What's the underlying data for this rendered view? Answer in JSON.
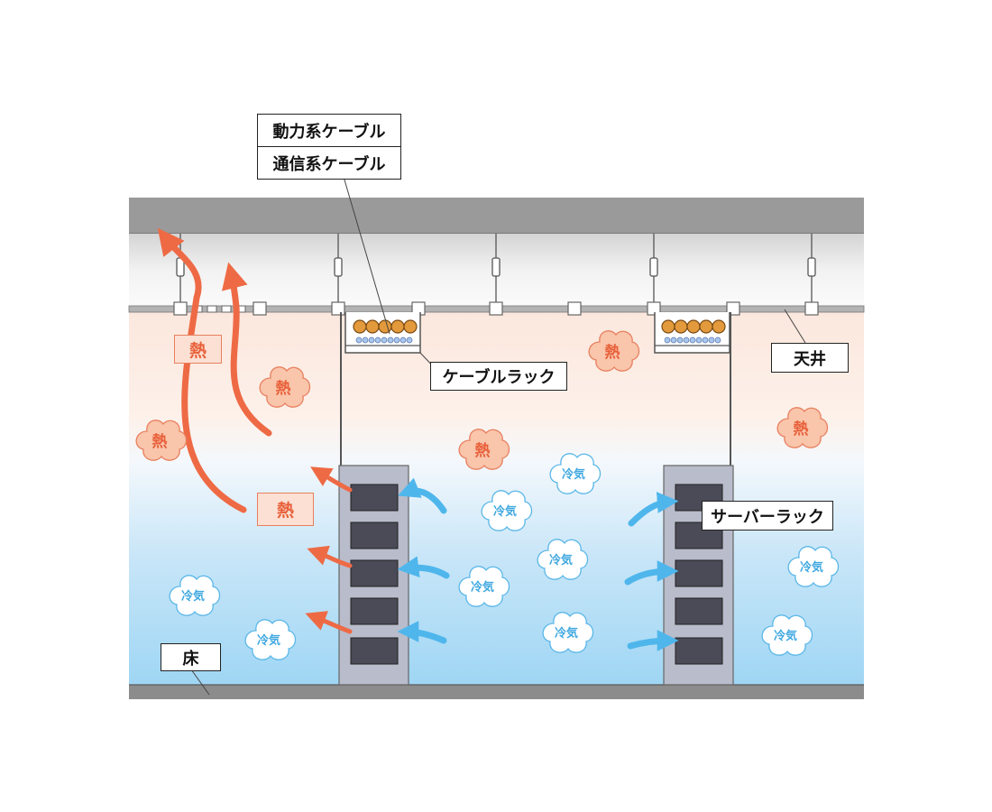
{
  "labels": {
    "power_cable": "動力系ケーブル",
    "comm_cable": "通信系ケーブル",
    "cable_rack": "ケーブルラック",
    "ceiling": "天井",
    "server_rack": "サーバーラック",
    "floor": "床"
  },
  "symbols": {
    "heat": "熱",
    "cold_air": "冷気"
  },
  "colors": {
    "hot_arrow": "#ee6a45",
    "cold_arrow": "#4fb6ec",
    "hot_cloud_fill": "#f9c5ab",
    "hot_text": "#e8603a",
    "cold_cloud_fill": "#ffffff",
    "cold_text": "#3fa8e0",
    "ceiling_slab": "#9a9a9a",
    "rack_body": "#b8bccb",
    "rack_slot": "#4a4b57",
    "cable_power": "#e39a3c",
    "cable_comm": "#aac6ee"
  }
}
